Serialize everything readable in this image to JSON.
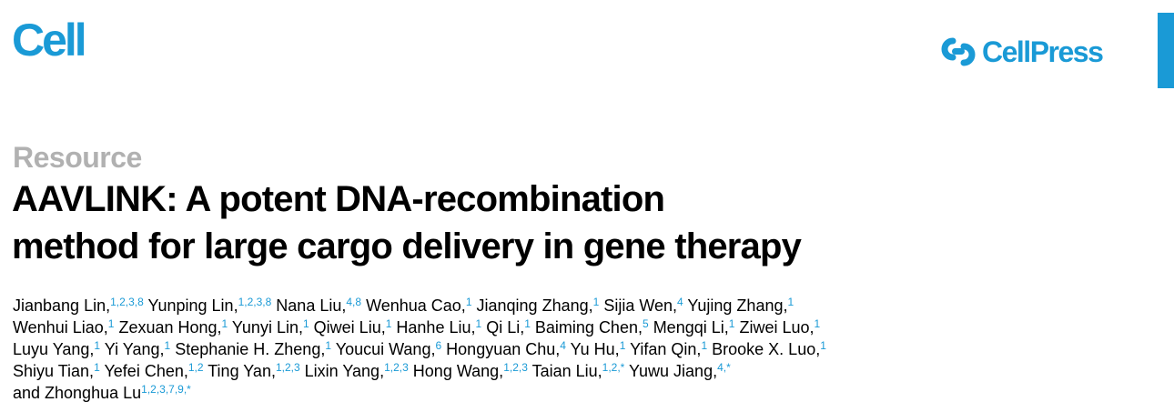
{
  "journal": "Cell",
  "publisher": {
    "name": "CellPress",
    "icon": "cellpress-logo-icon",
    "color": "#1a9ad6"
  },
  "article_type": "Resource",
  "title_lines": [
    "AAVLINK: A potent DNA-recombination",
    "method for large cargo delivery in gene therapy"
  ],
  "colors": {
    "brand_blue": "#1a9ad6",
    "article_type_gray": "#b1b1b1"
  },
  "authors": [
    {
      "name": "Jianbang Lin,",
      "affil": "1,2,3,8"
    },
    {
      "name": "Yunping Lin,",
      "affil": "1,2,3,8"
    },
    {
      "name": "Nana Liu,",
      "affil": "4,8"
    },
    {
      "name": "Wenhua Cao,",
      "affil": "1"
    },
    {
      "name": "Jianqing Zhang,",
      "affil": "1"
    },
    {
      "name": "Sijia Wen,",
      "affil": "4"
    },
    {
      "name": "Yujing Zhang,",
      "affil": "1"
    },
    {
      "name": "Wenhui Liao,",
      "affil": "1"
    },
    {
      "name": "Zexuan Hong,",
      "affil": "1"
    },
    {
      "name": "Yunyi Lin,",
      "affil": "1"
    },
    {
      "name": "Qiwei Liu,",
      "affil": "1"
    },
    {
      "name": "Hanhe Liu,",
      "affil": "1"
    },
    {
      "name": "Qi Li,",
      "affil": "1"
    },
    {
      "name": "Baiming Chen,",
      "affil": "5"
    },
    {
      "name": "Mengqi Li,",
      "affil": "1"
    },
    {
      "name": "Ziwei Luo,",
      "affil": "1"
    },
    {
      "name": "Luyu Yang,",
      "affil": "1"
    },
    {
      "name": "Yi Yang,",
      "affil": "1"
    },
    {
      "name": "Stephanie H. Zheng,",
      "affil": "1"
    },
    {
      "name": "Youcui Wang,",
      "affil": "6"
    },
    {
      "name": "Hongyuan Chu,",
      "affil": "4"
    },
    {
      "name": "Yu Hu,",
      "affil": "1"
    },
    {
      "name": "Yifan Qin,",
      "affil": "1"
    },
    {
      "name": "Brooke X. Luo,",
      "affil": "1"
    },
    {
      "name": "Shiyu Tian,",
      "affil": "1"
    },
    {
      "name": "Yefei Chen,",
      "affil": "1,2"
    },
    {
      "name": "Ting Yan,",
      "affil": "1,2,3"
    },
    {
      "name": "Lixin Yang,",
      "affil": "1,2,3"
    },
    {
      "name": "Hong Wang,",
      "affil": "1,2,3"
    },
    {
      "name": "Taian Liu,",
      "affil": "1,2,*"
    },
    {
      "name": "Yuwu Jiang,",
      "affil": "4,*"
    },
    {
      "name": "and Zhonghua Lu",
      "affil": "1,2,3,7,9,*"
    }
  ]
}
